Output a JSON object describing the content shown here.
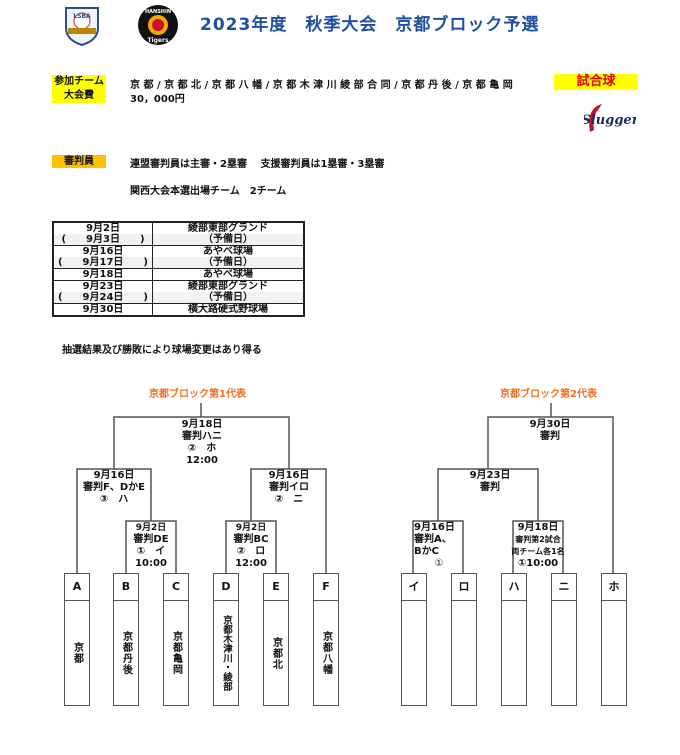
{
  "header": {
    "title": "2023年度　秋季大会　京都ブロック予選",
    "logo_left": "LSBA",
    "logo_right": "HANSHIN Tigers"
  },
  "info": {
    "teams_label": "参加チーム",
    "teams": "京 都 / 京 都 北 / 京 都 八 幡 / 京 都 木 津 川 綾 部 合 同 / 京 都 丹 後 / 京 都 亀 岡",
    "fee_label": "大会費",
    "fee": "30，000円",
    "ball_label": "試合球",
    "ball_logo": "Slugger",
    "umpire_label": "審判員",
    "umpire_text": "連盟審判員は主審・2塁審　 支援審判員は1塁審・3塁審",
    "qualify_text": "関西大会本選出場チーム　2チーム"
  },
  "schedule": [
    {
      "date": "9月2日",
      "venue": "綾部東部グランド"
    },
    {
      "date": "(　　9月3日　　)",
      "venue": "（予備日）"
    },
    {
      "date": "9月16日",
      "venue": "あやべ球場"
    },
    {
      "date": "(　　9月17日　　)",
      "venue": "（予備日）"
    },
    {
      "date": "9月18日",
      "venue": "あやべ球場"
    },
    {
      "date": "9月23日",
      "venue": "綾部東部グランド"
    },
    {
      "date": "(　　9月24日　　)",
      "venue": "（予備日）"
    },
    {
      "date": "9月30日",
      "venue": "横大路硬式野球場"
    }
  ],
  "note": "抽選結果及び勝敗により球場変更はあり得る",
  "bracket1": {
    "title": "京都ブロック第1代表",
    "final": [
      "9月18日",
      "審判ハニ",
      "②　ホ",
      "12:00"
    ],
    "semi_left": [
      "9月16日",
      "審判F、DかE",
      "③　ハ"
    ],
    "semi_right": [
      "9月16日",
      "審判イロ",
      "②　ニ"
    ],
    "r1_left": [
      "9月2日",
      "審判DE",
      "①　イ",
      "10:00"
    ],
    "r1_right": [
      "9月2日",
      "審判BC",
      "②　ロ",
      "12:00"
    ],
    "teams": [
      {
        "slot": "A",
        "name": "京都"
      },
      {
        "slot": "B",
        "name": "京都丹後"
      },
      {
        "slot": "C",
        "name": "京都亀岡"
      },
      {
        "slot": "D",
        "name": "京都木津川・綾部"
      },
      {
        "slot": "E",
        "name": "京都北"
      },
      {
        "slot": "F",
        "name": "京都八幡"
      }
    ]
  },
  "bracket2": {
    "title": "京都ブロック第2代表",
    "final": [
      "9月30日",
      "審判"
    ],
    "semi": [
      "9月23日",
      "審判"
    ],
    "r1_left": [
      "9月16日",
      "審判A、",
      "BかC",
      "①"
    ],
    "r1_right": [
      "9月18日",
      "審判第2試合",
      "両チーム各1名",
      "①10:00"
    ],
    "teams": [
      {
        "slot": "イ",
        "name": ""
      },
      {
        "slot": "ロ",
        "name": ""
      },
      {
        "slot": "ハ",
        "name": ""
      },
      {
        "slot": "ニ",
        "name": ""
      },
      {
        "slot": "ホ",
        "name": ""
      }
    ]
  }
}
